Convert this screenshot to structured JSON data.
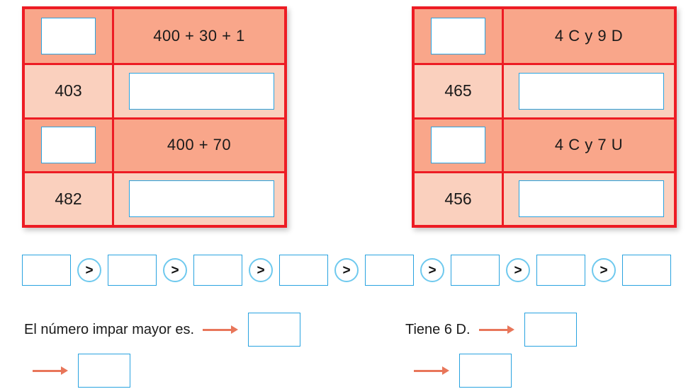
{
  "tables": [
    {
      "name": "left-table",
      "rows": [
        {
          "shade": "dark",
          "left_value": "",
          "right_value": "400 + 30 + 1",
          "left_is_box": true,
          "right_is_box": false
        },
        {
          "shade": "light",
          "left_value": "403",
          "right_value": "",
          "left_is_box": false,
          "right_is_box": true
        },
        {
          "shade": "dark",
          "left_value": "",
          "right_value": "400 + 70",
          "left_is_box": true,
          "right_is_box": false
        },
        {
          "shade": "light",
          "left_value": "482",
          "right_value": "",
          "left_is_box": false,
          "right_is_box": true
        }
      ]
    },
    {
      "name": "right-table",
      "rows": [
        {
          "shade": "dark",
          "left_value": "",
          "right_value": "4 C y 9 D",
          "left_is_box": true,
          "right_is_box": false
        },
        {
          "shade": "light",
          "left_value": "465",
          "right_value": "",
          "left_is_box": false,
          "right_is_box": true
        },
        {
          "shade": "dark",
          "left_value": "",
          "right_value": "4 C y 7 U",
          "left_is_box": true,
          "right_is_box": false
        },
        {
          "shade": "light",
          "left_value": "456",
          "right_value": "",
          "left_is_box": false,
          "right_is_box": true
        }
      ]
    }
  ],
  "compare_strip": {
    "box_count": 8,
    "operator": ">",
    "box_values": [
      "",
      "",
      "",
      "",
      "",
      "",
      "",
      ""
    ]
  },
  "questions": [
    {
      "id": "q-left-1",
      "text": "El número impar mayor es.",
      "answer": ""
    },
    {
      "id": "q-left-2",
      "text": "",
      "answer": ""
    },
    {
      "id": "q-right-1",
      "text": "Tiene 6 D.",
      "answer": ""
    },
    {
      "id": "q-right-2",
      "text": "",
      "answer": ""
    }
  ],
  "colors": {
    "table_border": "#ED1C24",
    "row_dark": "#F9A68A",
    "row_light": "#FAD0BE",
    "box_border": "#29A3E0",
    "circle_border": "#6FC9EE",
    "arrow": "#E8765A"
  }
}
